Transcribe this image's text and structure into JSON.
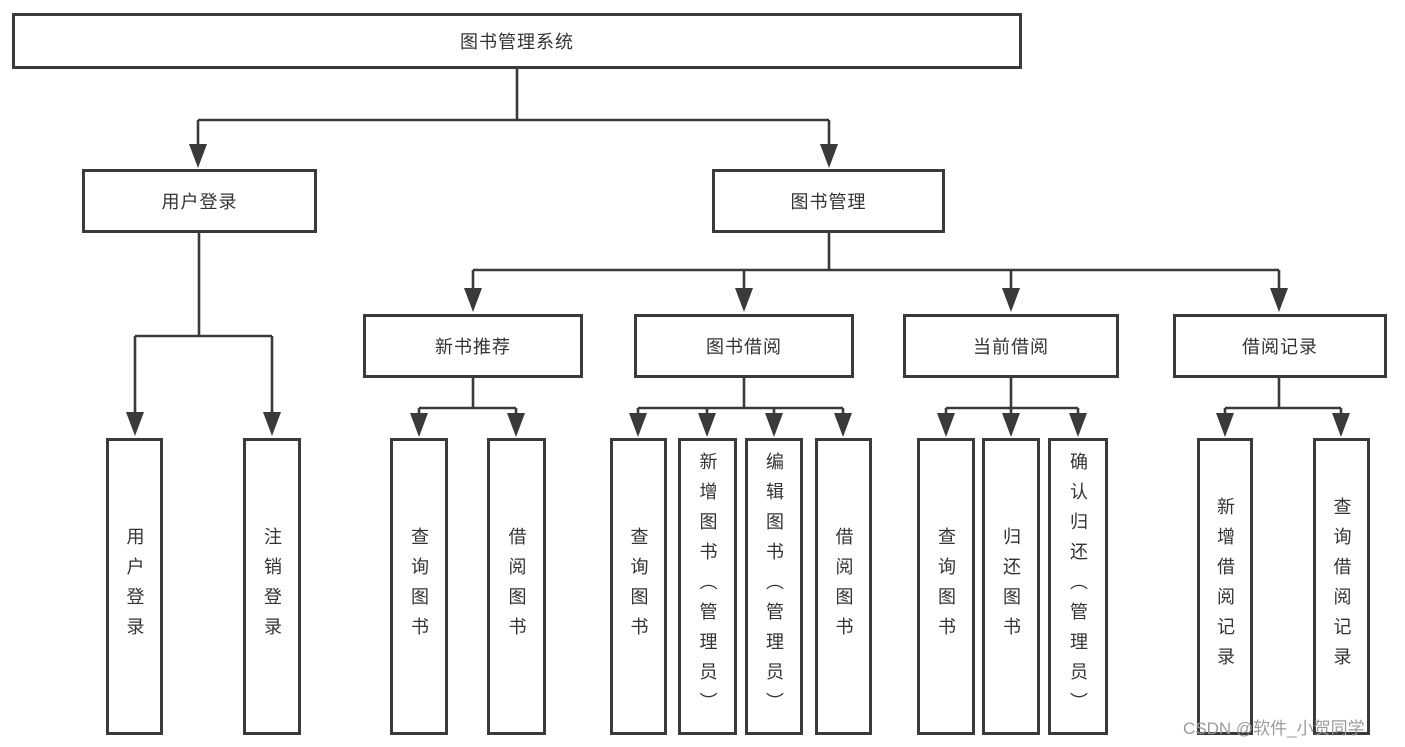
{
  "colors": {
    "line": "#3a3a3a",
    "box_border": "#3a3a3a",
    "text": "#333333",
    "watermark_text": "#9b9b9b",
    "background": "#ffffff"
  },
  "nodes": {
    "root": "图书管理系统",
    "user_login": "用户登录",
    "book_management": "图书管理",
    "new_book_recommend": "新书推荐",
    "book_borrowing": "图书借阅",
    "current_borrowing": "当前借阅",
    "borrowing_records": "借阅记录",
    "ul_user_login": "用户登录",
    "ul_logout": "注销登录",
    "nb_query_book": "查询图书",
    "nb_borrow_book": "借阅图书",
    "bb_query_book": "查询图书",
    "bb_add_book": "新增图书（管理员）",
    "bb_edit_book": "编辑图书（管理员）",
    "bb_borrow_book": "借阅图书",
    "cb_query_book": "查询图书",
    "cb_return_book": "归还图书",
    "cb_confirm_return": "确认归还（管理员）",
    "br_add_record": "新增借阅记录",
    "br_query_record": "查询借阅记录"
  },
  "watermark": "CSDN @软件_小贺同学"
}
